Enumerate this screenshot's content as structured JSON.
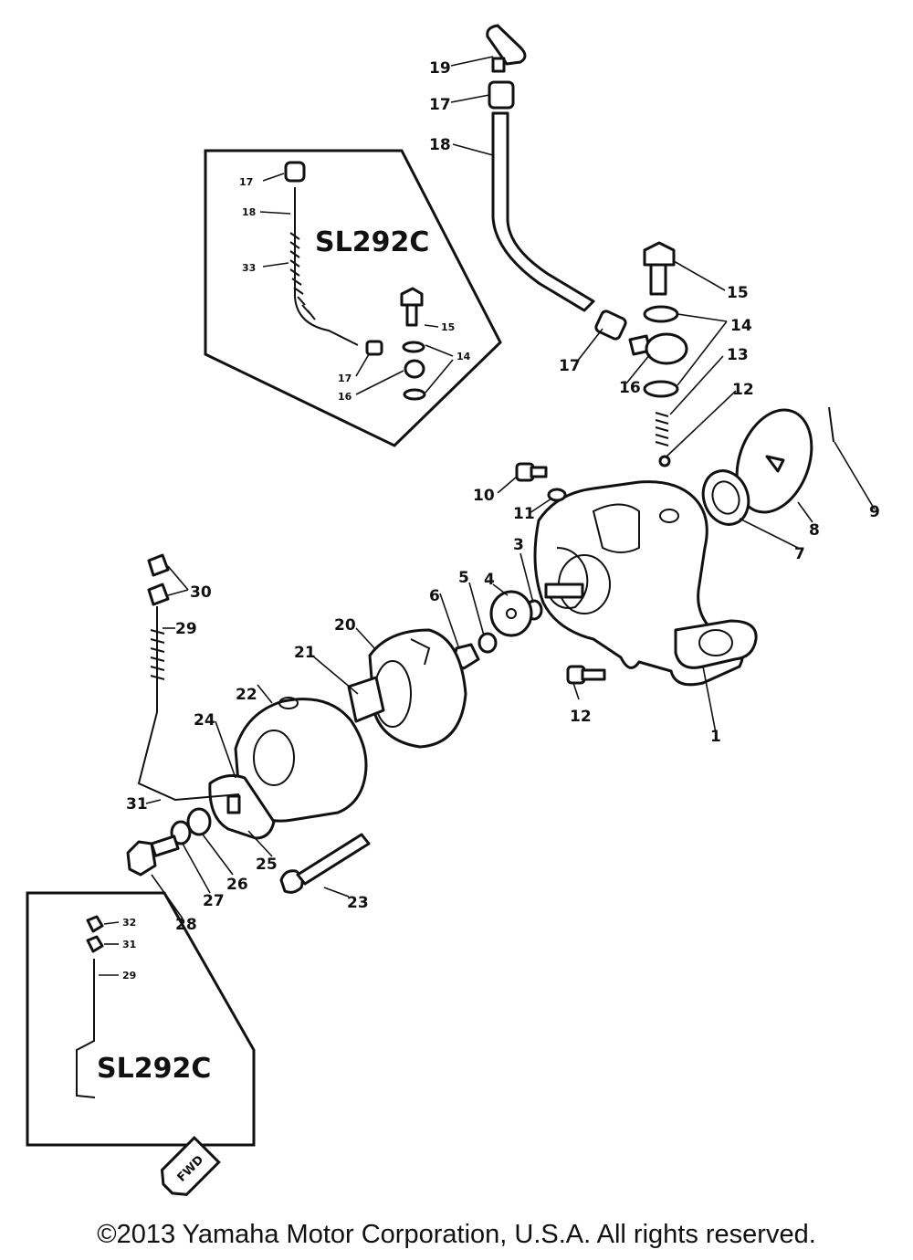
{
  "diagram": {
    "main_callouts": [
      "1",
      "3",
      "4",
      "5",
      "6",
      "7",
      "8",
      "9",
      "10",
      "11",
      "12",
      "12",
      "13",
      "14",
      "15",
      "16",
      "17",
      "17",
      "18",
      "19",
      "20",
      "21",
      "22",
      "23",
      "24",
      "25",
      "26",
      "27",
      "28",
      "29",
      "30",
      "31"
    ],
    "inset_top": {
      "title": "SL292C",
      "callouts": [
        "17",
        "18",
        "33",
        "15",
        "14",
        "17",
        "16"
      ]
    },
    "inset_bottom": {
      "title": "SL292C",
      "callouts": [
        "32",
        "31",
        "29"
      ]
    },
    "direction_label": "FWD"
  },
  "copyright": "©2013 Yamaha Motor Corporation, U.S.A. All rights reserved."
}
